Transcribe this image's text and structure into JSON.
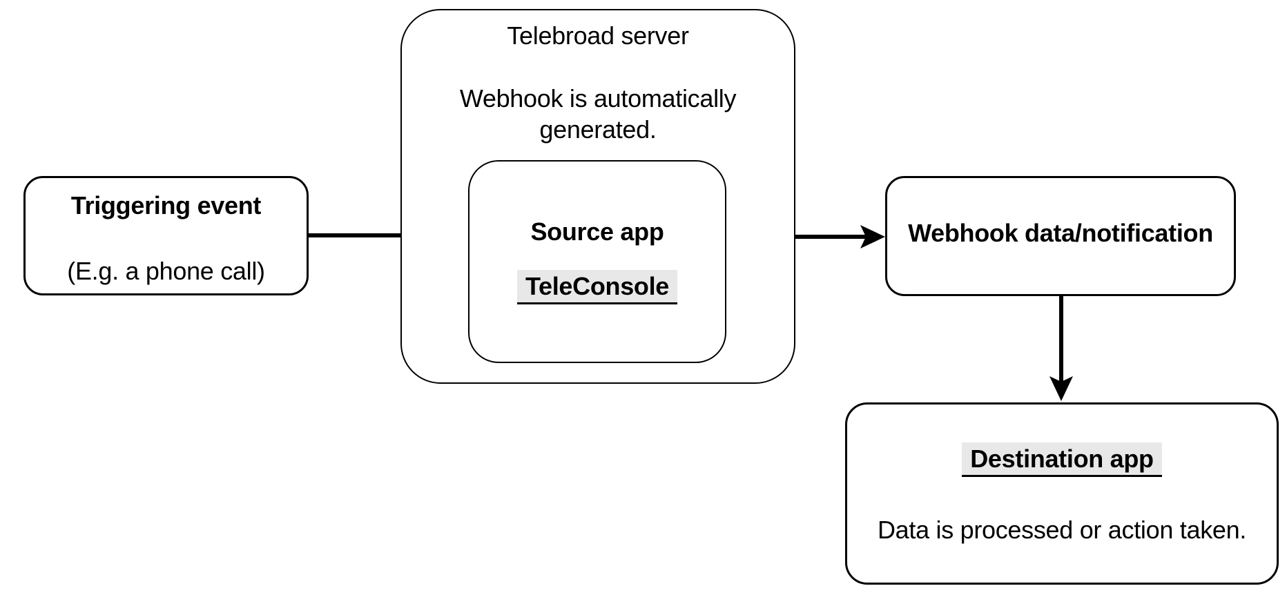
{
  "diagram": {
    "colors": {
      "background": "#ffffff",
      "stroke": "#000000",
      "link_highlight": "#e8e8e8"
    },
    "nodes": {
      "triggering_event": {
        "title": "Triggering event",
        "subtitle": "(E.g. a phone call)"
      },
      "telebroad_server": {
        "label": "Telebroad server",
        "note": "Webhook is automatically generated."
      },
      "source_app": {
        "title": "Source app",
        "link_label": "TeleConsole"
      },
      "webhook_data": {
        "title": "Webhook data/notification"
      },
      "destination_app": {
        "link_label": "Destination app",
        "body": "Data is processed or action taken."
      }
    },
    "edges": [
      {
        "from": "triggering_event",
        "to": "source_app"
      },
      {
        "from": "source_app",
        "to": "webhook_data"
      },
      {
        "from": "webhook_data",
        "to": "destination_app"
      }
    ]
  }
}
